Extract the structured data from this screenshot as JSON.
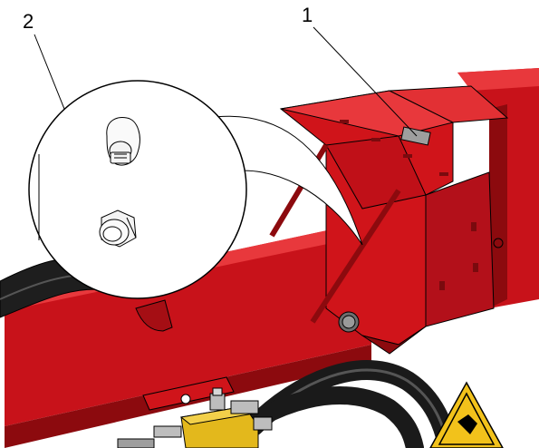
{
  "callouts": [
    {
      "id": "1",
      "label": "1"
    },
    {
      "id": "2",
      "label": "2"
    }
  ],
  "colors": {
    "frame_red": "#d0141a",
    "frame_dark": "#8c0a0e",
    "frame_light": "#e8383c",
    "hose": "#1e1e1e",
    "fitting_yellow": "#e3b81c",
    "steel": "#bdbdbd",
    "warning_yellow": "#f2c21b"
  },
  "icons": {
    "warning_label": "crush-hazard-warning-icon",
    "detail_nut": "nut-icon",
    "detail_bolt": "bolt-icon"
  }
}
